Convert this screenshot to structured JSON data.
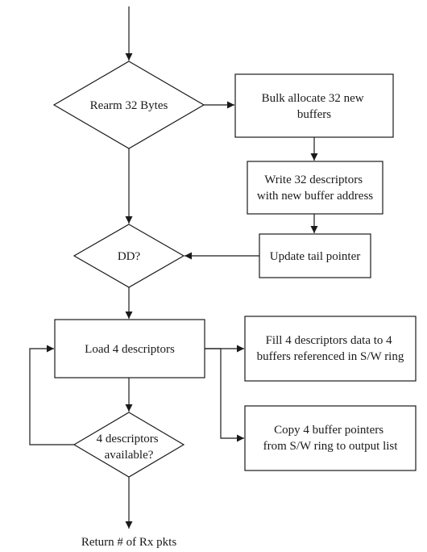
{
  "flowchart": {
    "decision_rearm": "Rearm 32 Bytes",
    "bulk_allocate": [
      "Bulk allocate 32 new",
      "buffers"
    ],
    "write_descriptors": [
      "Write 32 descriptors",
      "with new buffer address"
    ],
    "update_tail": "Update tail pointer",
    "decision_dd": "DD?",
    "load_descriptors": "Load 4 descriptors",
    "fill_descriptors": [
      "Fill 4 descriptors data to 4",
      "buffers referenced in S/W ring"
    ],
    "copy_pointers": [
      "Copy 4 buffer pointers",
      "from S/W ring to output list"
    ],
    "decision_available": [
      "4 descriptors",
      "available?"
    ],
    "return_label": "Return # of Rx pkts"
  }
}
